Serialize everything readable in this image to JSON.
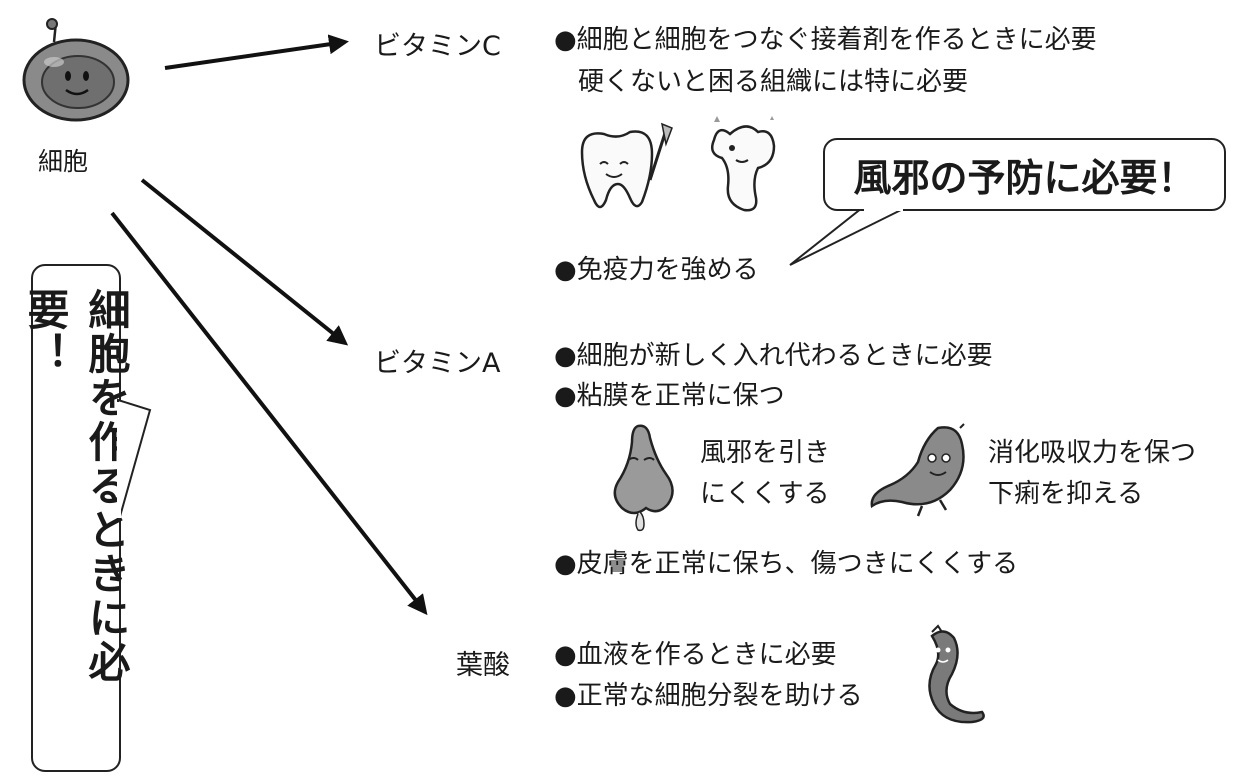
{
  "cell": {
    "label": "細胞"
  },
  "vertical_callout": {
    "text": "細胞を作るときに必要！"
  },
  "vitamin_c": {
    "title": "ビタミンC",
    "line1": "●細胞と細胞をつなぐ接着剤を作るときに必要",
    "line2": "硬くないと困る組織には特に必要",
    "immunity": "●免疫力を強める",
    "callout": "風邪の予防に必要！"
  },
  "vitamin_a": {
    "title": "ビタミンA",
    "line1": "●細胞が新しく入れ代わるときに必要",
    "line2": "●粘膜を正常に保つ",
    "nose_line1": "風邪を引き",
    "nose_line2": "にくくする",
    "stomach_line1": "消化吸収力を保つ",
    "stomach_line2": "下痢を抑える",
    "skin": "●皮膚を正常に保ち、傷つきにくくする"
  },
  "folic_acid": {
    "title": "葉酸",
    "line1": "●血液を作るときに必要",
    "line2": "●正常な細胞分裂を助ける"
  },
  "icons": [
    "cell-character-icon",
    "tooth-character-icon",
    "bone-character-icon",
    "nose-character-icon",
    "stomach-character-icon",
    "intestine-character-icon"
  ],
  "colors": {
    "ink": "#1a1a1a",
    "illustration_gray": "#8a8a8a",
    "illustration_dark": "#4a4a4a"
  }
}
